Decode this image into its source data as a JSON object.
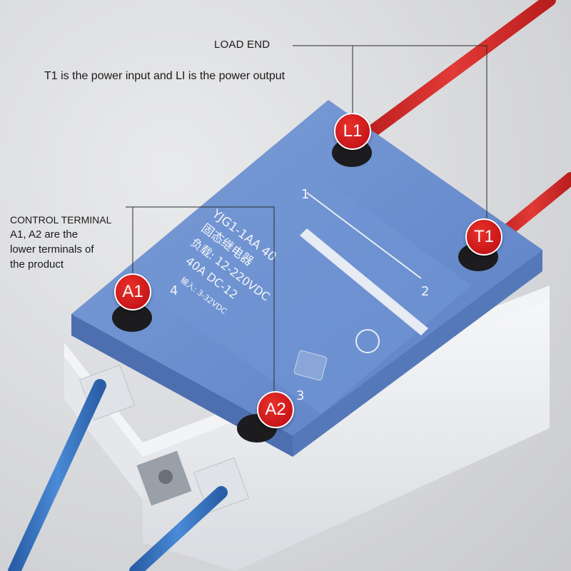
{
  "callouts": {
    "load_end": "LOAD END",
    "load_note": "T1 is the power input and LI is the power output",
    "control_title": "CONTROL TERMINAL",
    "control_lines": [
      "A1, A2 are the",
      "lower terminals of",
      "the product"
    ]
  },
  "badges": {
    "l1": "L1",
    "t1": "T1",
    "a1": "A1",
    "a2": "A2"
  },
  "product_label": {
    "model": "YJG1-1AA 40",
    "name_cn": "固态继电器",
    "load": "负载: 12-220VDC",
    "rating": "40A DC-12",
    "input": "输入: 3-32VDC",
    "pin1": "1",
    "pin2": "2",
    "pin3": "3",
    "pin4": "4"
  },
  "colors": {
    "housing_blue": "#6b8fcf",
    "base_white": "#f0f1f3",
    "wire_red": "#d42a2a",
    "wire_blue": "#2f6fc4",
    "badge_red": "#c8161a"
  }
}
